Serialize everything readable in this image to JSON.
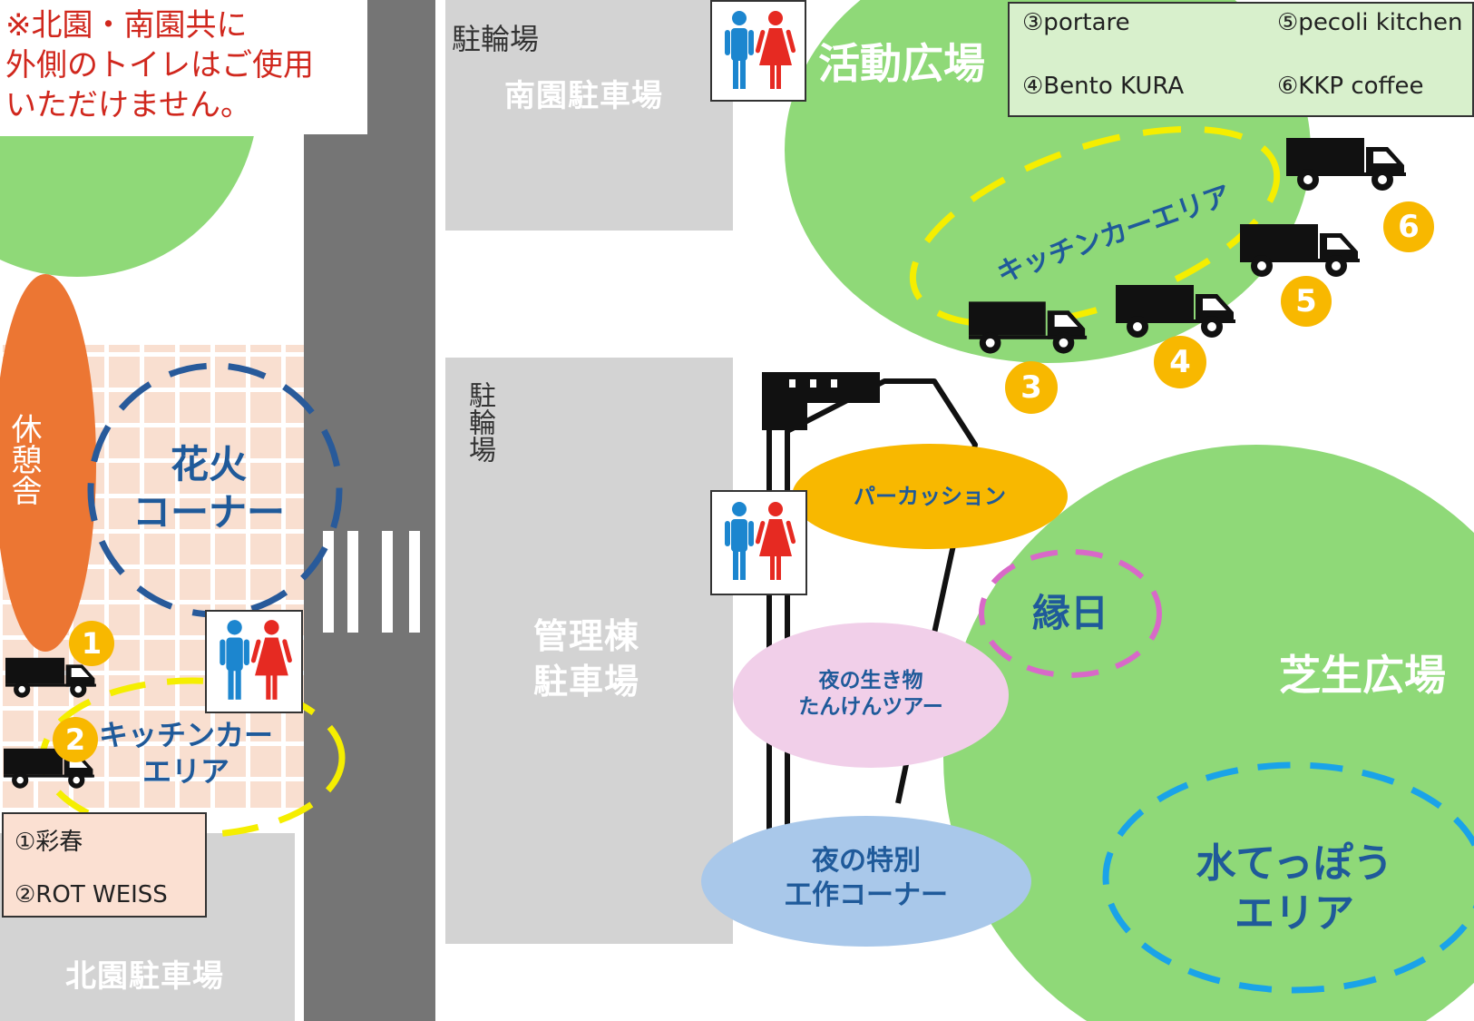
{
  "notice": {
    "lines": [
      "※北園・南園共に",
      "外側のトイレはご使用",
      "いただけません。"
    ]
  },
  "places": {
    "bicycle_parking_top": "駐輪場",
    "bicycle_parking_vertical": "駐輪場",
    "south_parking": "南園駐車場",
    "admin_parking_line1": "管理棟",
    "admin_parking_line2": "駐車場",
    "north_parking": "北園駐車場",
    "rest_house": "休憩舎",
    "activity_plaza": "活動広場",
    "lawn_plaza": "芝生広場"
  },
  "events": {
    "fireworks": "花火\nコーナー",
    "kitchen_car_west": "キッチンカー\nエリア",
    "kitchen_car_east": "キッチンカーエリア",
    "percussion": "パーカッション",
    "night_creatures": "夜の生き物\nたんけんツアー",
    "night_craft": "夜の特別\n工作コーナー",
    "ennichi": "縁日",
    "water_gun": "水てっぽう\nエリア"
  },
  "legend_west": [
    "①彩春",
    "②ROT WEISS"
  ],
  "legend_east": [
    "③portare",
    "⑤pecoli  kitchen",
    "④Bento KURA",
    "⑥KKP coffee"
  ],
  "badges": [
    "1",
    "2",
    "3",
    "4",
    "5",
    "6"
  ],
  "icons": {
    "restroom": "restroom-icon",
    "truck": "kitchen-car-icon"
  },
  "colors": {
    "green": "#8fd978",
    "road": "#757575",
    "parking": "#d3d3d3",
    "badge": "#f8b800",
    "rest_house": "#ec7633",
    "plaza_tiles": "#f9dfd0",
    "kitchen_dash": "#f5ee00",
    "fireworks_dash": "#285a9a",
    "ennichi_dash": "#d869c8",
    "water_dash": "#1aa3e8",
    "percussion": "#f8b800",
    "night_creatures": "#f1cfe9",
    "night_craft": "#a9c8ea",
    "notice_text": "#d0271d",
    "legend_west_bg": "#fbe0d2",
    "legend_east_bg": "#d8f0cc",
    "male": "#1c86cf",
    "female": "#e62a22"
  }
}
